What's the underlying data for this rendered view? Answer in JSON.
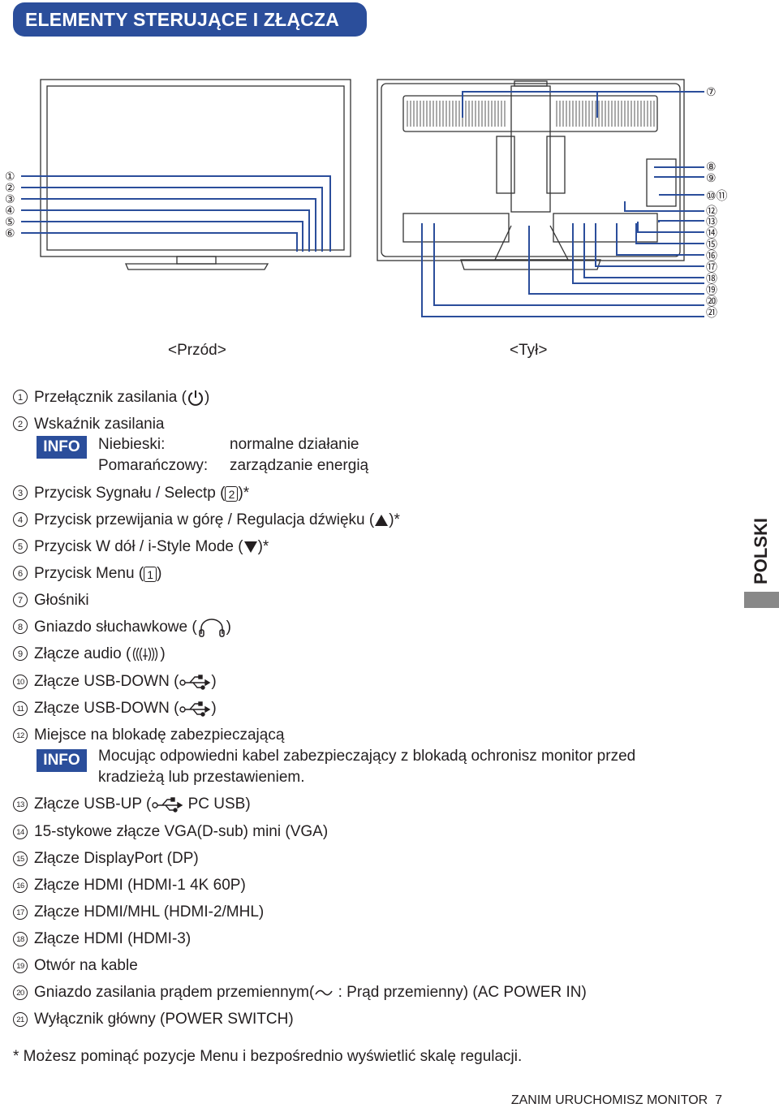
{
  "header": {
    "title": "ELEMENTY STERUJĄCE I ZŁĄCZA"
  },
  "labels": {
    "front": "<Przód>",
    "back": "<Tył>"
  },
  "callouts": {
    "front_left": [
      "①",
      "②",
      "③",
      "④",
      "⑤",
      "⑥"
    ],
    "back_right": [
      "⑦",
      "⑧",
      "⑨",
      "⑩⑪",
      "⑫",
      "⑬",
      "⑭",
      "⑮",
      "⑯",
      "⑰",
      "⑱",
      "⑲",
      "⑳",
      "㉑"
    ]
  },
  "items": [
    {
      "num": "1",
      "text": "Przełącznik zasilania (",
      "after": ")"
    },
    {
      "num": "2",
      "text": "Wskaźnik zasilania"
    },
    {
      "num": "3",
      "text": "Przycisk  Sygnału / Selectp (",
      "key": "2",
      "after": ")*"
    },
    {
      "num": "4",
      "text": "Przycisk przewijania w górę / Regulacja dźwięku (",
      "after": ")*"
    },
    {
      "num": "5",
      "text": "Przycisk W dół / i-Style Mode (",
      "after": ")*"
    },
    {
      "num": "6",
      "text": "Przycisk Menu (",
      "key": "1",
      "after": ")"
    },
    {
      "num": "7",
      "text": "Głośniki"
    },
    {
      "num": "8",
      "text": "Gniazdo słuchawkowe (",
      "after": ")"
    },
    {
      "num": "9",
      "text": "Złącze audio (",
      "after": ")"
    },
    {
      "num": "10",
      "text": "Złącze USB-DOWN (",
      "after": ")"
    },
    {
      "num": "11",
      "text": "Złącze USB-DOWN (",
      "after": ")"
    },
    {
      "num": "12",
      "text": "Miejsce na blokadę zabezpieczającą"
    },
    {
      "num": "13",
      "text": "Złącze USB-UP (",
      "after": " PC USB)"
    },
    {
      "num": "14",
      "text": "15-stykowe złącze VGA(D-sub) mini (VGA)"
    },
    {
      "num": "15",
      "text": "Złącze DisplayPort (DP)"
    },
    {
      "num": "16",
      "text": "Złącze HDMI (HDMI-1  4K 60P)"
    },
    {
      "num": "17",
      "text": "Złącze HDMI/MHL (HDMI-2/MHL)"
    },
    {
      "num": "18",
      "text": "Złącze HDMI (HDMI-3)"
    },
    {
      "num": "19",
      "text": "Otwór na kable"
    },
    {
      "num": "20",
      "text": "Gniazdo zasilania prądem przemiennym(",
      "after": " : Prąd przemienny) (AC POWER IN)"
    },
    {
      "num": "21",
      "text": "Wyłącznik główny (POWER SWITCH)"
    }
  ],
  "info_label": "INFO",
  "indicator": {
    "blue_label": "Niebieski:",
    "blue_desc": "normalne działanie",
    "orange_label": "Pomarańczowy:",
    "orange_desc": "zarządzanie energią"
  },
  "lock_info": {
    "line1": "Mocując odpowiedni kabel zabezpieczający z blokadą ochronisz monitor przed",
    "line2": "kradzieżą lub przestawieniem."
  },
  "footnote": "* Możesz pominąć pozycje Menu i bezpośrednio wyświetlić skalę regulacji.",
  "side_tab": "POLSKI",
  "footer": {
    "text": "ZANIM URUCHOMISZ MONITOR",
    "page": "7"
  },
  "colors": {
    "accent": "#2b4e9b",
    "callout_line": "#2b4e9b",
    "tab_bar": "#888888"
  }
}
